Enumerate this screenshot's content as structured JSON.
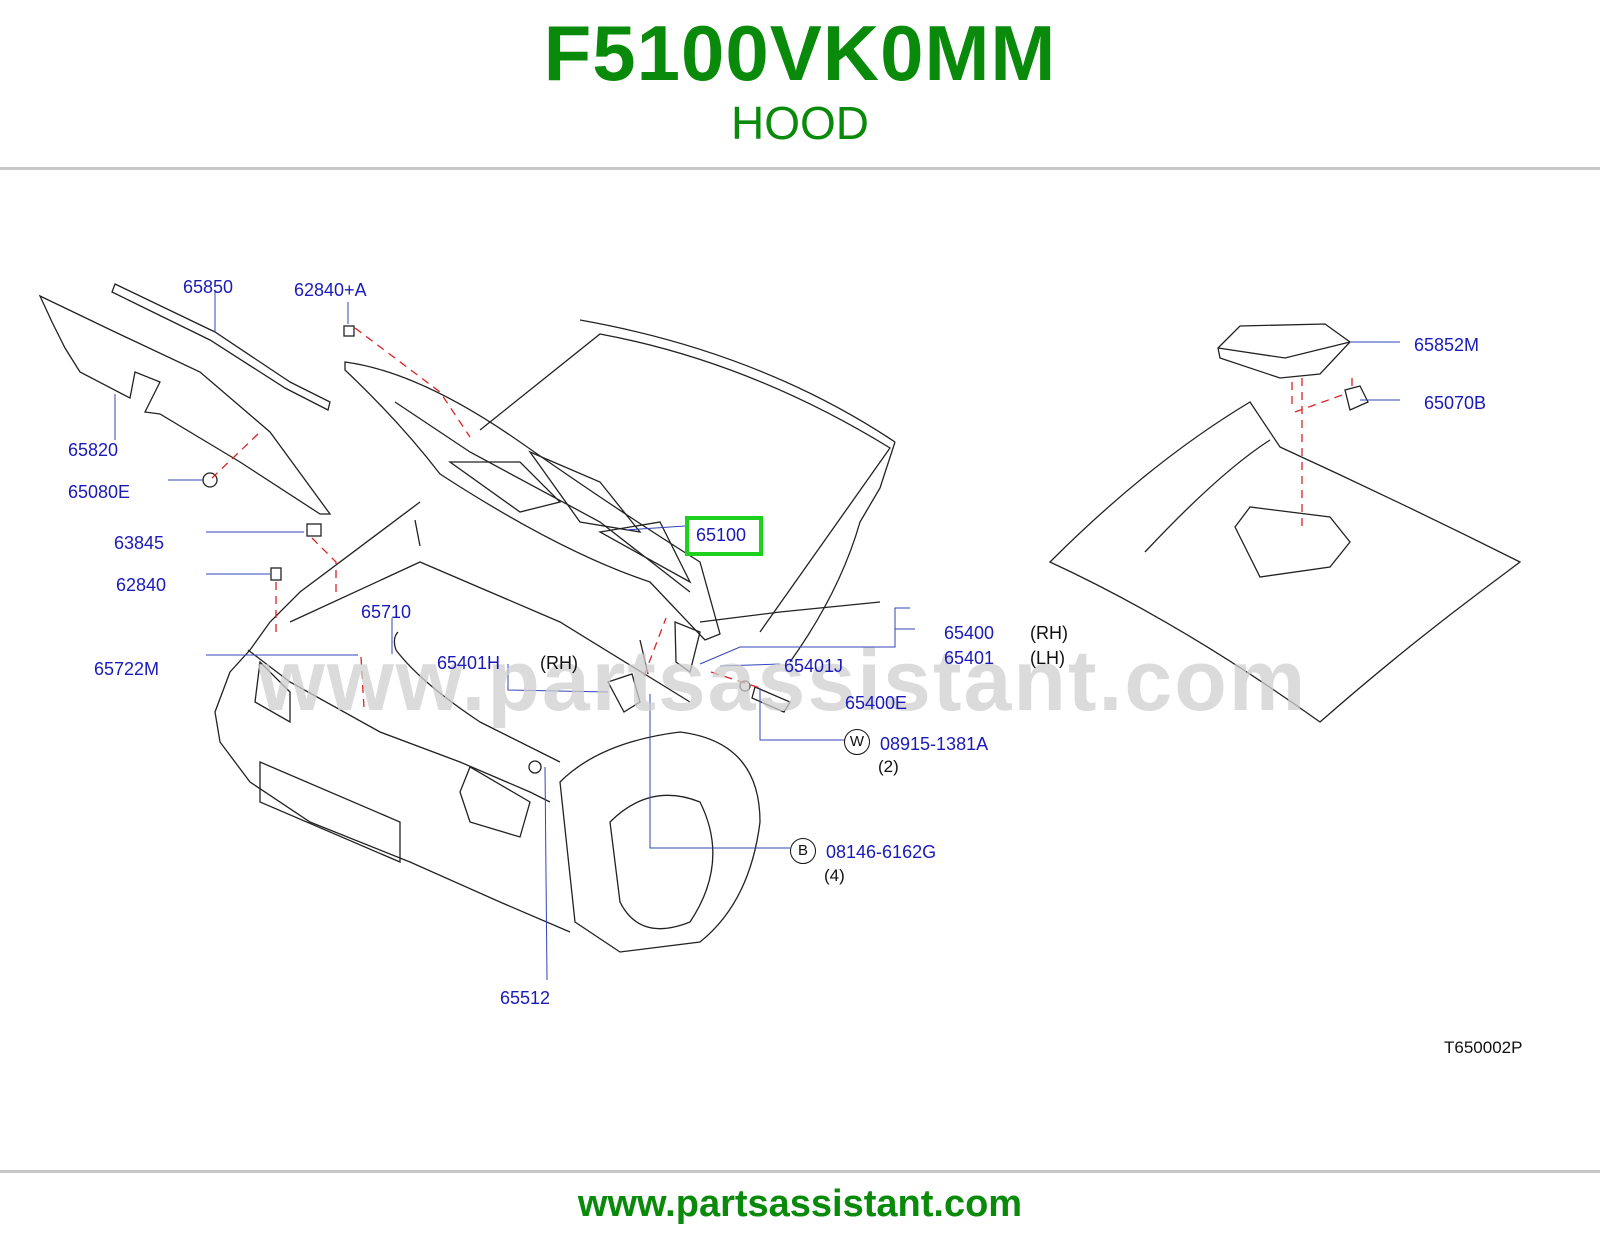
{
  "header": {
    "part_number": "F5100VK0MM",
    "subtitle": "HOOD"
  },
  "footer": {
    "url": "www.partsassistant.com"
  },
  "watermark": "www.partsassistant.com",
  "diagram_ref": "T650002P",
  "highlight_color": "#1fd11f",
  "label_color": "#1a1ab8",
  "parts": {
    "p65850": "65850",
    "p62840A": "62840+A",
    "p65820": "65820",
    "p65080E": "65080E",
    "p63845": "63845",
    "p62840": "62840",
    "p65710": "65710",
    "p65722M": "65722M",
    "p65401H": "65401H",
    "p65100": "65100",
    "p65400": "65400",
    "p65401": "65401",
    "p65401J": "65401J",
    "p65400E": "65400E",
    "p08915": "08915-1381A",
    "p08146": "08146-6162G",
    "p65512": "65512",
    "p65852M": "65852M",
    "p65070B": "65070B"
  },
  "sides": {
    "rh1": "(RH)",
    "rh2": "(RH)",
    "lh": "(LH)"
  },
  "quantities": {
    "q2": "(2)",
    "q4": "(4)"
  },
  "markers": {
    "w": "W",
    "b": "B"
  }
}
